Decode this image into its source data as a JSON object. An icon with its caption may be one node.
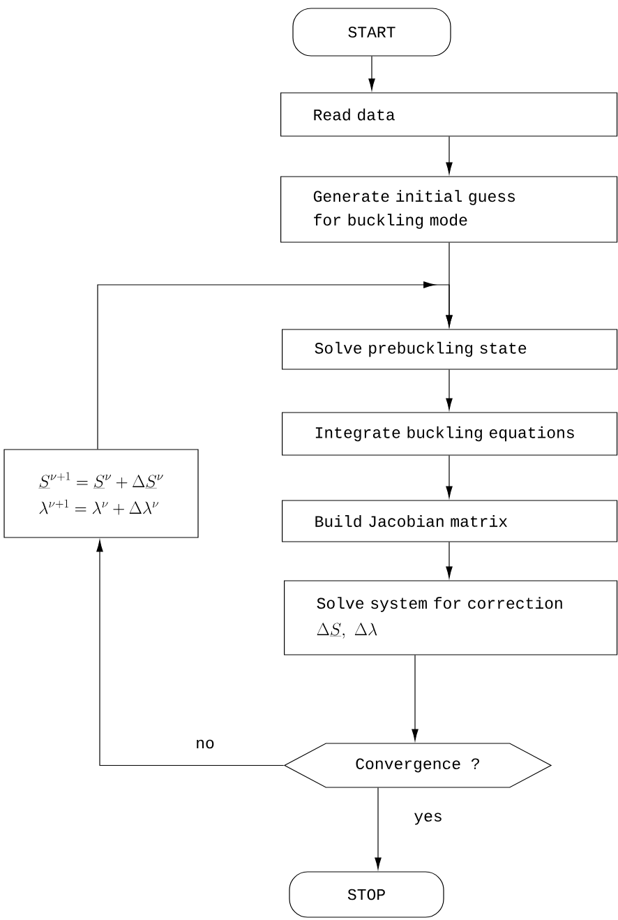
{
  "diagram": {
    "nodes": [
      {
        "text": [
          "START"
        ]
      },
      {
        "text": [
          "Read data"
        ]
      },
      {
        "text": [
          "Generate initial guess for buckling mode"
        ]
      },
      {
        "text": [
          "Solve prebuckling state"
        ]
      },
      {
        "text": [
          "Integrate buckling equations"
        ]
      },
      {
        "text": [
          "Build Jacobian matrix"
        ]
      },
      {
        "text": [
          "Solve system for correction",
          "\\Delta\\underline{S},\\ \\Delta\\lambda"
        ]
      },
      {
        "text": [
          "Convergence ?"
        ]
      },
      {
        "text": [
          "STOP"
        ]
      },
      {
        "text": [
          "\\underline{S}^{\\nu+1} = \\underline{S}^{\\nu} + \\Delta\\underline{S}^{\\nu}",
          "\\lambda^{\\nu+1} = \\lambda^{\\nu} + \\Delta\\lambda^{\\nu}"
        ]
      }
    ],
    "edges": [
      {
        "from": 0,
        "to": 1,
        "arrow": "to"
      },
      {
        "from": 1,
        "to": 2,
        "arrow": "to"
      },
      {
        "from": 2,
        "to": 3,
        "arrow": "to"
      },
      {
        "from": 3,
        "to": 4,
        "arrow": "to"
      },
      {
        "from": 4,
        "to": 5,
        "arrow": "to"
      },
      {
        "from": 5,
        "to": 6,
        "arrow": "to"
      },
      {
        "from": 6,
        "to": 7,
        "arrow": "to"
      },
      {
        "from": 7,
        "to": 8,
        "arrow": "to",
        "label": "yes"
      },
      {
        "from": 7,
        "to": 9,
        "arrow": "to",
        "label": "no"
      },
      {
        "from": 9,
        "to": 3,
        "arrow": "to"
      }
    ]
  }
}
